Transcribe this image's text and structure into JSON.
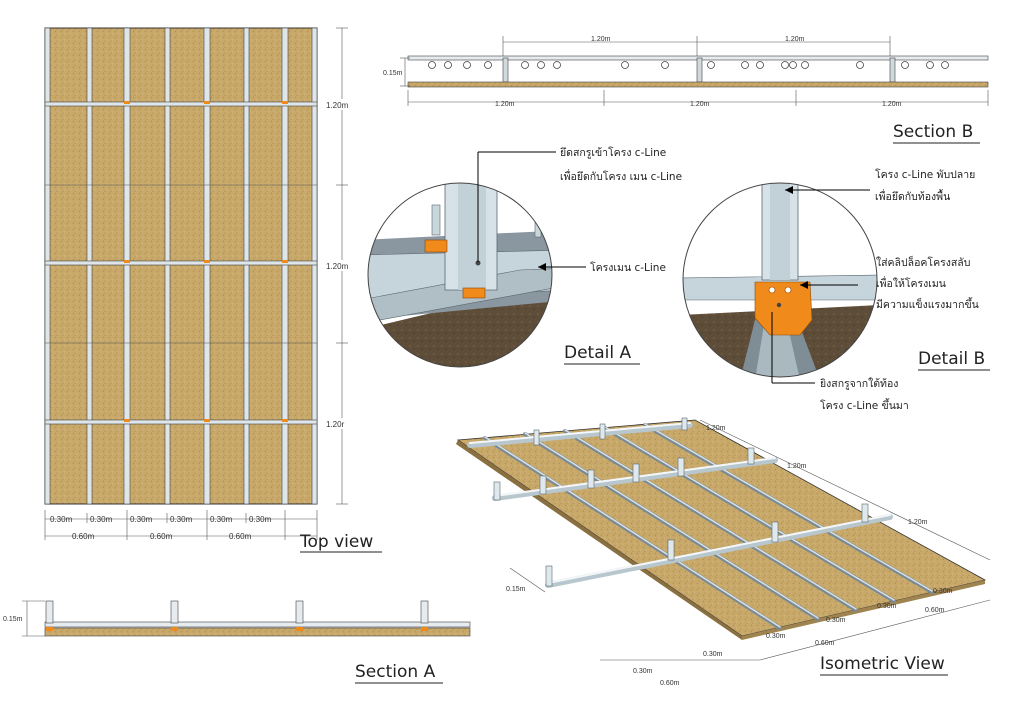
{
  "colors": {
    "board": "#c9a96a",
    "board_dark": "#a88a4f",
    "steel": "#8fa3ad",
    "steel_light": "#d8e4ea",
    "clip": "#f08a1a",
    "ground": "#5a4a36"
  },
  "top_view": {
    "title": "Top view",
    "vertical_dims": [
      "1.20m",
      "1.20m",
      "1.20r"
    ],
    "small_dims": [
      "0.30m",
      "0.30m",
      "0.30m",
      "0.30m",
      "0.30m",
      "0.30m"
    ],
    "large_dims": [
      "0.60m",
      "0.60m",
      "0.60m"
    ]
  },
  "section_b": {
    "title": "Section B",
    "top_dims": [
      "1.20m",
      "1.20m"
    ],
    "bottom_dims": [
      "1.20m",
      "1.20m",
      "1.20m"
    ],
    "height_dim": "0.15m"
  },
  "detail_a": {
    "title": "Detail A",
    "note1_line1": "ยึดสกรูเข้าโครง c-Line",
    "note1_line2": "เพื่อยึดกับโครง เมน c-Line",
    "note2": "โครงเมน c-Line"
  },
  "detail_b": {
    "title": "Detail B",
    "note1_line1": "โครง c-Line พับปลาย",
    "note1_line2": "เพื่อยึดกับท้องพื้น",
    "note2_line1": "ใส่คลิปล็อคโครงสลับ",
    "note2_line2": "เพื่อให้โครงเมน",
    "note2_line3": "มีความแข็งแรงมากขึ้น",
    "note3_line1": "ยิงสกรูจากใต้ท้อง",
    "note3_line2": "โครง c-Line ขึ้นมา"
  },
  "section_a": {
    "title": "Section A",
    "height_dim": "0.15m"
  },
  "isometric": {
    "title": "Isometric View",
    "side_dims": [
      "1.20m",
      "1.20m",
      "1.20m"
    ],
    "height_dim": "0.15m",
    "front_small": [
      "0.30m",
      "0.30m",
      "0.30m"
    ],
    "front_large": [
      "0.60m",
      "0.60m"
    ],
    "right_small": [
      "0.30m",
      "0.30m"
    ],
    "right_large": [
      "0.60m"
    ]
  }
}
